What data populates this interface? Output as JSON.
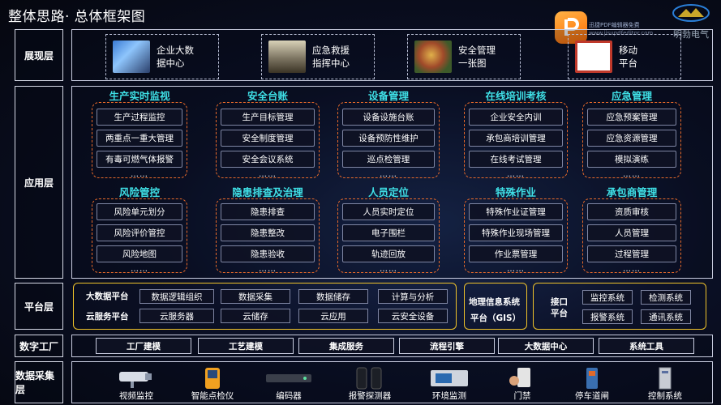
{
  "title": "整体思路· 总体框架图",
  "watermark": [
    "迅捷PDF编辑器免费",
    "www.jisupdfeditor.com"
  ],
  "brand": "明勃电气",
  "layers": {
    "presentation": "展现层",
    "application": "应用层",
    "platform": "平台层",
    "factory": "数字工厂",
    "collection": "数据采集层"
  },
  "display_cards": [
    {
      "line1": "企业大数",
      "line2": "据中心"
    },
    {
      "line1": "应急救援",
      "line2": "指挥中心"
    },
    {
      "line1": "安全管理",
      "line2": "一张图"
    },
    {
      "line1": "移动",
      "line2": "平台"
    }
  ],
  "app_top": [
    {
      "title": "生产实时监视",
      "items": [
        "生产过程监控",
        "两重点一重大管理",
        "有毒可燃气体报警"
      ]
    },
    {
      "title": "安全台账",
      "items": [
        "生产目标管理",
        "安全制度管理",
        "安全会议系统"
      ]
    },
    {
      "title": "设备管理",
      "items": [
        "设备设施台账",
        "设备预防性维护",
        "巡点检管理"
      ]
    },
    {
      "title": "在线培训考核",
      "items": [
        "企业安全内训",
        "承包商培训管理",
        "在线考试管理"
      ]
    },
    {
      "title": "应急管理",
      "items": [
        "应急预案管理",
        "应急资源管理",
        "模拟演练"
      ]
    }
  ],
  "app_bottom": [
    {
      "title": "风险管控",
      "items": [
        "风险单元划分",
        "风险评价管控",
        "风险地图"
      ]
    },
    {
      "title": "隐患排查及治理",
      "items": [
        "隐患排查",
        "隐患整改",
        "隐患验收"
      ]
    },
    {
      "title": "人员定位",
      "items": [
        "人员实时定位",
        "电子围栏",
        "轨迹回放"
      ]
    },
    {
      "title": "特殊作业",
      "items": [
        "特殊作业证管理",
        "特殊作业现场管理",
        "作业票管理"
      ]
    },
    {
      "title": "承包商管理",
      "items": [
        "资质审核",
        "人员管理",
        "过程管理"
      ]
    }
  ],
  "ellipsis": "……",
  "platform": {
    "bigdata_label": "大数据平台",
    "cloud_label": "云服务平台",
    "bigdata_items": [
      "数据逻辑组织",
      "数据采集",
      "数据储存",
      "计算与分析"
    ],
    "cloud_items": [
      "云服务器",
      "云储存",
      "云应用",
      "云安全设备"
    ],
    "gis_line1": "地理信息系统",
    "gis_line2": "平台（GIS）",
    "iface_line1": "接口",
    "iface_line2": "平台",
    "iface_items": [
      "监控系统",
      "检测系统",
      "报警系统",
      "通讯系统"
    ]
  },
  "factory_items": [
    "工厂建模",
    "工艺建模",
    "集成服务",
    "流程引擎",
    "大数据中心",
    "系统工具"
  ],
  "devices": [
    "视频监控",
    "智能点检仪",
    "编码器",
    "报警探测器",
    "环境监测",
    "门禁",
    "停车道闸",
    "控制系统"
  ]
}
